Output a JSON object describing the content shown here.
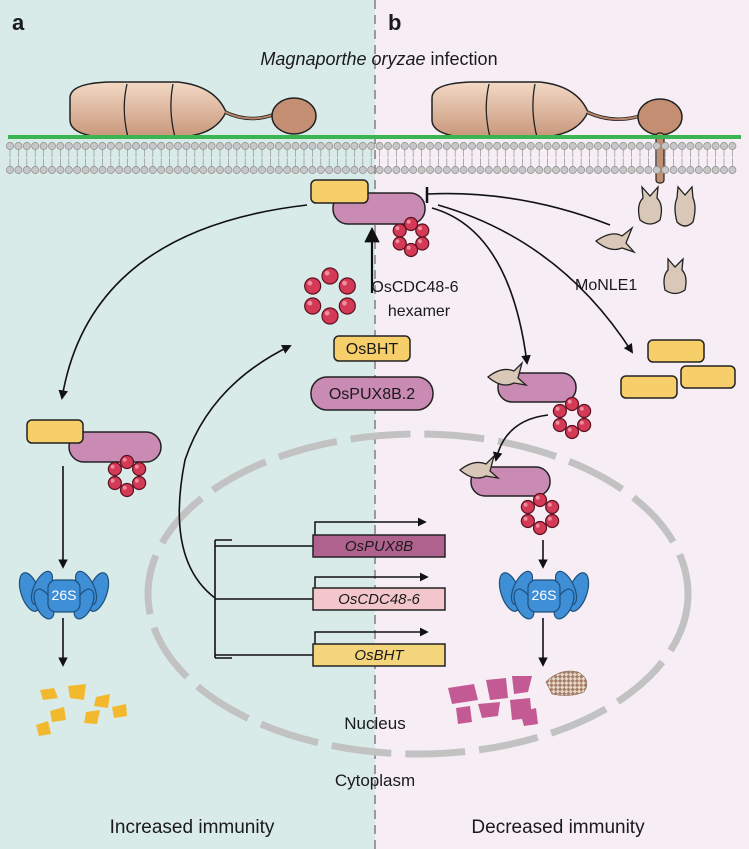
{
  "panels": {
    "a": {
      "letter": "a",
      "outcome": "Increased immunity",
      "bg_color": "#d9ebe8"
    },
    "b": {
      "letter": "b",
      "outcome": "Decreased immunity",
      "bg_color": "#f6eef4"
    }
  },
  "title": {
    "italic": "Magnaporthe oryzae",
    "rest": " infection"
  },
  "labels": {
    "hexamer_line1": "OsCDC48-6",
    "hexamer_line2": "hexamer",
    "effector": "MoNLE1",
    "bht_protein": "OsBHT",
    "pux_protein": "OsPUX8B.2",
    "proteasome_a": "26S",
    "proteasome_b": "26S",
    "nucleus": "Nucleus",
    "cytoplasm": "Cytoplasm"
  },
  "genes": [
    {
      "name": "OsPUX8B",
      "color": "#b0628f"
    },
    {
      "name": "OsCDC48-6",
      "color": "#f3c6cc"
    },
    {
      "name": "OsBHT",
      "color": "#f5d57c"
    }
  ],
  "colors": {
    "membrane_line": "#3cb451",
    "lipid": "#c7c7c7",
    "hexamer_subunit": "#d43a55",
    "pux_protein": "#c98ab3",
    "bht_protein": "#f6cf6b",
    "effector": "#d9c8b8",
    "proteasome": "#3f8fd6",
    "fragment_yellow": "#f2b82e",
    "fragment_pink": "#c45a93",
    "nucleus_envelope": "#c2c2c2"
  }
}
